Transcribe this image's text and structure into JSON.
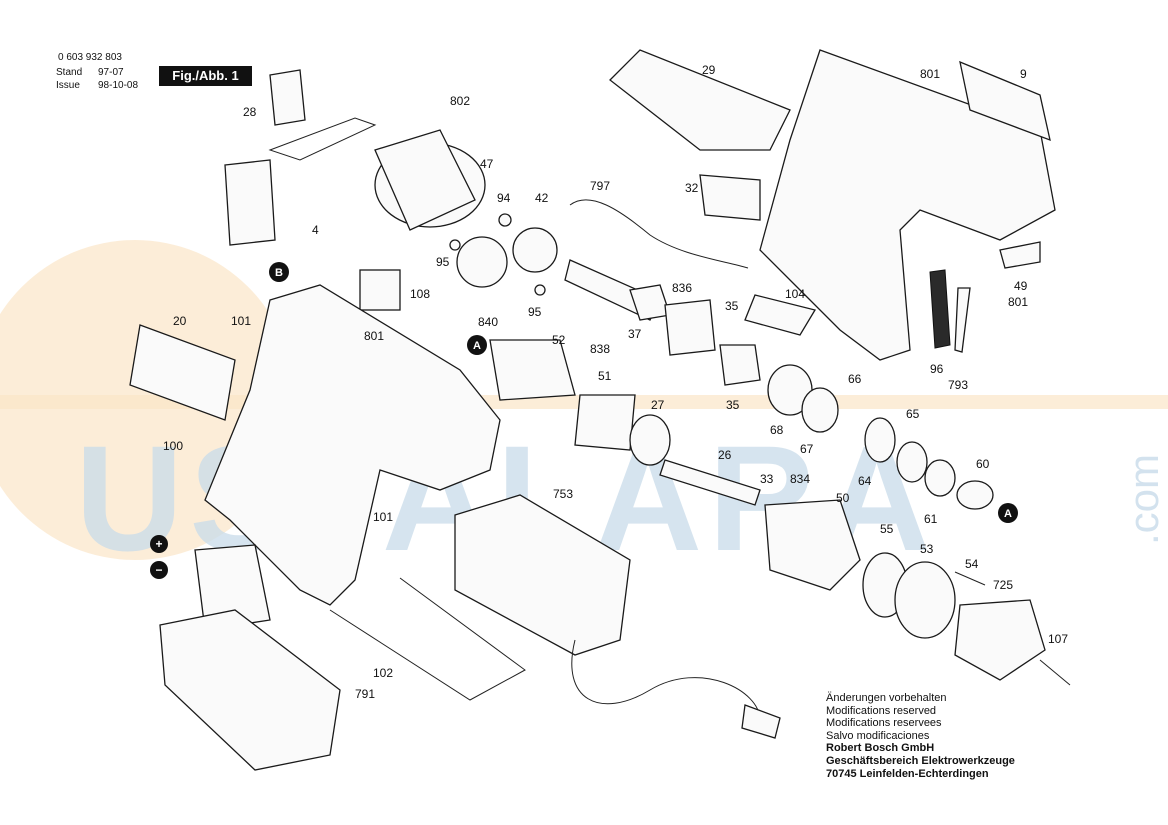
{
  "header": {
    "part_number": "0 603 932 803",
    "stand_label": "Stand",
    "stand_value": "97-07",
    "issue_label": "Issue",
    "issue_value": "98-10-08",
    "figure_label": "Fig./Abb. 1"
  },
  "watermark": {
    "text": "USTALARA",
    "suffix": ".com",
    "color_blue": "#c9dcea",
    "color_orange": "#fbe6c8"
  },
  "callouts": [
    "28",
    "802",
    "47",
    "94",
    "42",
    "4",
    "95",
    "840",
    "95",
    "108",
    "29",
    "32",
    "797",
    "801",
    "9",
    "49",
    "801",
    "836",
    "35",
    "104",
    "96",
    "793",
    "37",
    "838",
    "20",
    "101",
    "801",
    "52",
    "51",
    "27",
    "35",
    "68",
    "66",
    "67",
    "65",
    "60",
    "100",
    "26",
    "33",
    "834",
    "64",
    "61",
    "101",
    "753",
    "50",
    "55",
    "53",
    "54",
    "725",
    "107",
    "102",
    "791"
  ],
  "markers": [
    "A",
    "A",
    "B",
    "+",
    "−"
  ],
  "notes": {
    "lines": [
      "Änderungen vorbehalten",
      "Modifications reserved",
      "Modifications reservees",
      "Salvo modificaciones"
    ],
    "bold_lines": [
      "Robert Bosch GmbH",
      "Geschäftsbereich Elektrowerkzeuge",
      "70745 Leinfelden-Echterdingen"
    ]
  }
}
